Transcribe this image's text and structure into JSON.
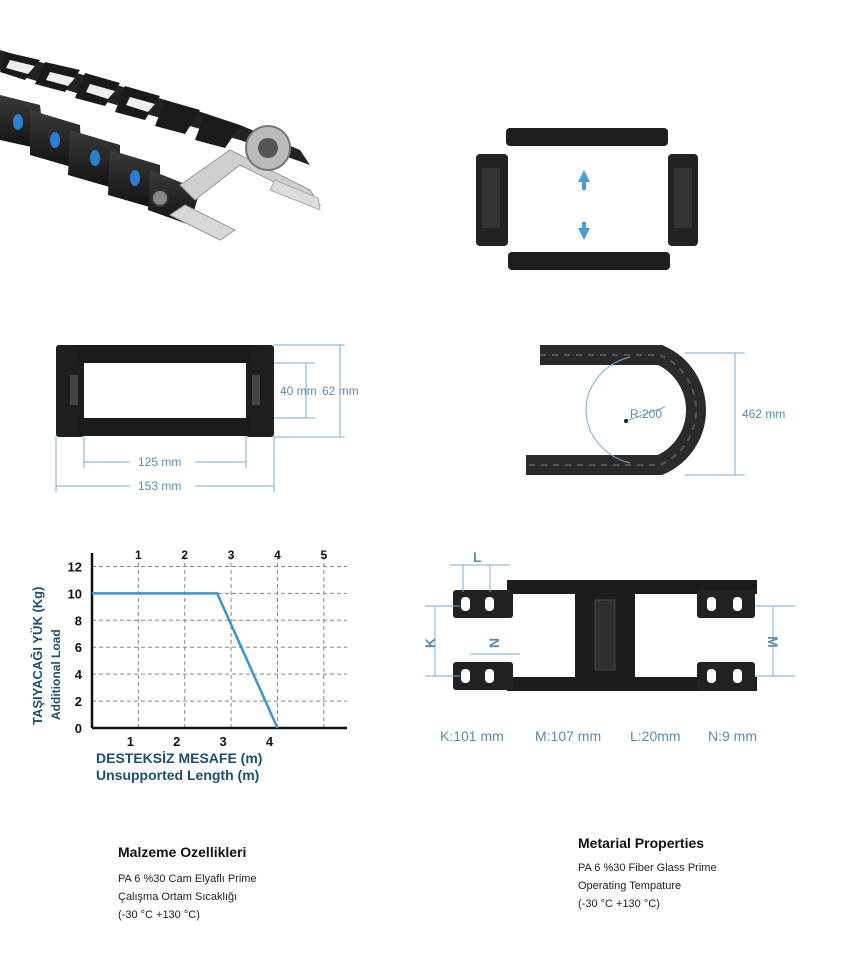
{
  "cross_section": {
    "height_inner": "40 mm",
    "height_outer": "62 mm",
    "width_inner": "125 mm",
    "width_outer": "153 mm"
  },
  "bend": {
    "radius": "R:200",
    "height": "462 mm"
  },
  "link": {
    "labels": {
      "L": "L",
      "K": "K",
      "N": "N",
      "M": "M"
    },
    "values": {
      "K": "K:101 mm",
      "M": "M:107 mm",
      "L": "L:20mm",
      "N": "N:9 mm"
    }
  },
  "chart_data": {
    "type": "line",
    "ylabel": "TAŞIYACAĞI YÜK (Kg)",
    "ylabel2": "Additional Load",
    "xlabel": "DESTEKSİZ MESAFE (m)",
    "xlabel2": "Unsupported Length (m)",
    "x_ticks_top": [
      "1",
      "2",
      "3",
      "4",
      "5"
    ],
    "x_ticks_bottom": [
      "1",
      "2",
      "3",
      "4"
    ],
    "y_ticks": [
      "12",
      "10",
      "8",
      "6",
      "4",
      "2",
      "0"
    ],
    "xlim": [
      0,
      5.5
    ],
    "ylim": [
      0,
      13
    ],
    "series": [
      {
        "x": [
          0,
          2.7,
          4
        ],
        "y": [
          10,
          10,
          0
        ]
      }
    ],
    "color": "#3a95c8",
    "grid": true
  },
  "properties_tr": {
    "title": "Malzeme Ozellikleri",
    "lines": [
      "PA 6 %30 Cam Elyaflı Prime",
      "Çalışma Ortam Sıcaklığı",
      "(-30 °C +130 °C)"
    ]
  },
  "properties_en": {
    "title": "Metarial Properties",
    "lines": [
      "PA 6 %30 Fiber Glass Prime",
      "Operating Tempature",
      "(-30 °C +130 °C)"
    ]
  }
}
